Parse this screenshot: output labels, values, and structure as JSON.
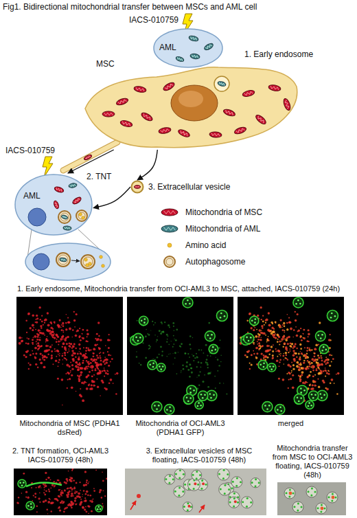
{
  "diagram": {
    "title": "Fig1. Bidirectional mitochondrial transfer between MSCs and AML cell",
    "nodes": [
      {
        "text": [
          "AML"
        ]
      },
      {
        "text": [
          "MSC"
        ]
      },
      {
        "text": [
          "AML"
        ]
      },
      {
        "text": [
          "3. Extracellular vesicle"
        ]
      }
    ],
    "edges": [
      {
        "from": 1,
        "to": 2,
        "arrow": "to",
        "label": "2. TNT"
      },
      {
        "from": 1,
        "to": 3,
        "arrow": "to"
      },
      {
        "from": 3,
        "to": 2,
        "arrow": "to"
      }
    ],
    "labels": [
      "IACS-010759",
      "1. Early endosome",
      "IACS-010759",
      "1. Early endosome, Mitochondria transfer from OCI-AML3 to MSC, attached, IACS-010759 (24h)",
      "Mitochondria of MSC (PDHA1 dsRed)",
      "Mitochondria of OCI-AML3 (PDHA1 GFP)",
      "merged",
      "2. TNT formation, OCI-AML3 IACS-010759 (48h)",
      "3. Extracellular vesicles of MSC floating, IACS-010759 (48h)",
      "Mitochondria transfer from MSC to OCI-AML3 floating, IACS-010759 (48h)"
    ],
    "legend": [
      {
        "text": "Mitochondria of MSC"
      },
      {
        "text": "Mitochondria of AML"
      },
      {
        "text": "Amino acid",
        "color": "#f2c230"
      },
      {
        "text": "Autophagosome"
      }
    ]
  }
}
